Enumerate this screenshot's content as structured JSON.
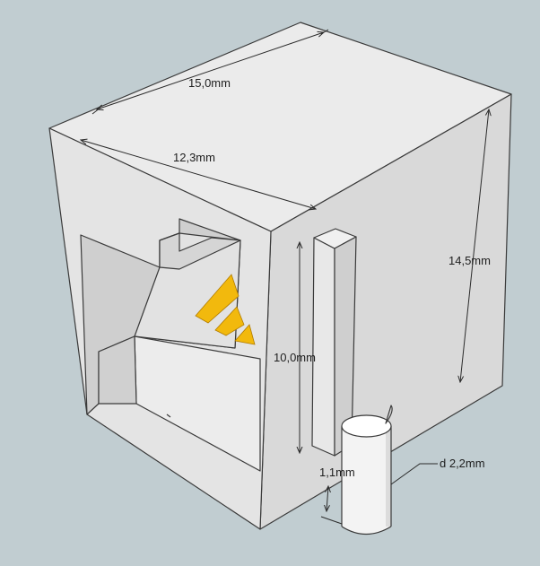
{
  "dimensions": {
    "top_width": "15,0mm",
    "top_depth": "12,3mm",
    "height": "14,5mm",
    "slot_length": "10,0mm",
    "pin_offset": "1,1mm",
    "pin_diameter": "d 2,2mm"
  },
  "colors": {
    "background": "#c1cdd1",
    "face_light": "#ebebeb",
    "face_mid": "#dcdcdc",
    "face_dark": "#c8c8c8",
    "contact_yellow": "#f2b90d",
    "contact_orange": "#e09a00"
  }
}
